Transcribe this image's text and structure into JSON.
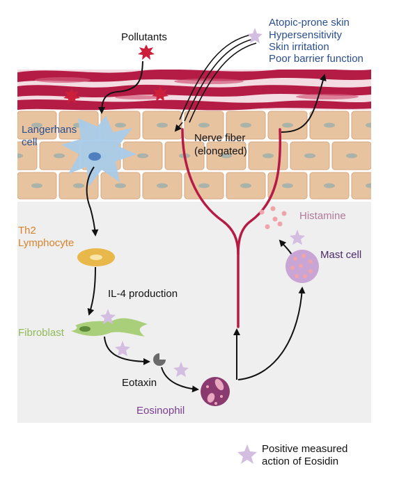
{
  "labels": {
    "pollutants": "Pollutants",
    "langerhans_line1": "Langerhans",
    "langerhans_line2": "cell",
    "nerve_fiber_line1": "Nerve fiber",
    "nerve_fiber_line2": "(elongated)",
    "th2_line1": "Th2",
    "th2_line2": "Lymphocyte",
    "il4": "IL-4 production",
    "fibroblast": "Fibroblast",
    "eotaxin": "Eotaxin",
    "eosinophil": "Eosinophil",
    "histamine": "Histamine",
    "mast_cell": "Mast cell"
  },
  "symptoms": [
    "Atopic-prone skin",
    "Hypersensitivity",
    "Skin irritation",
    "Poor barrier function"
  ],
  "legend": {
    "line1": "Positive measured",
    "line2": "action of Eosidin"
  },
  "colors": {
    "blue_text": "#2a4f8f",
    "orange_text": "#d9822b",
    "green_text": "#8fba5a",
    "purple_text": "#7a3d8f",
    "pink_text": "#b27a9a",
    "dark_purple_text": "#4a2a6b",
    "dermis_band": "#b51c45",
    "cell_fill": "#e8c3a0",
    "star_fill": "#d3bde0",
    "burst_fill": "#cc1f3a",
    "background_panel": "#efefef"
  }
}
